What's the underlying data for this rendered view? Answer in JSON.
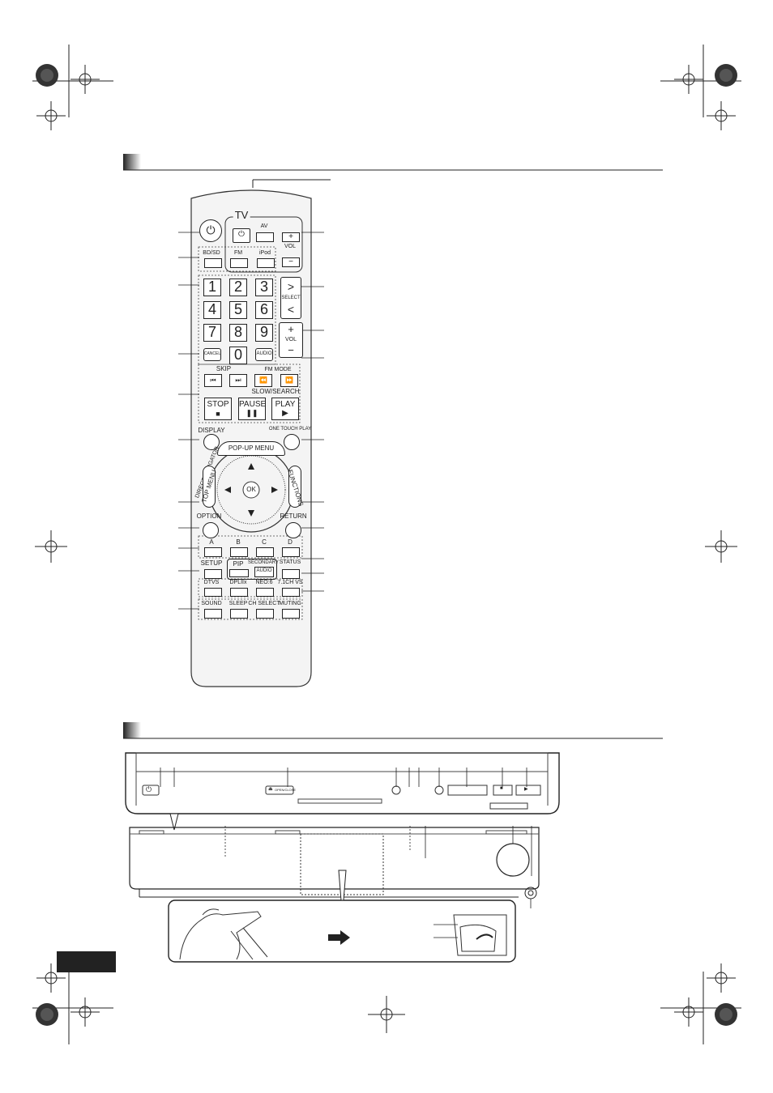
{
  "remote": {
    "tv_label": "TV",
    "av_label": "AV",
    "vol_label": "VOL",
    "source_buttons": [
      "BD/SD",
      "FM",
      "iPod"
    ],
    "numbers": [
      "1",
      "2",
      "3",
      "4",
      "5",
      "6",
      "7",
      "8",
      "9",
      "0"
    ],
    "select_label": "SELECT",
    "cancel_label": "CANCEL",
    "audio_label": "AUDIO",
    "skip_label": "SKIP",
    "fm_mode_label": "FM MODE",
    "slow_search_label": "SLOW/SEARCH",
    "stop_label": "STOP",
    "pause_label": "PAUSE",
    "play_label": "PLAY",
    "display_label": "DISPLAY",
    "one_touch_play_label": "ONE TOUCH PLAY",
    "popup_menu_label": "POP-UP MENU",
    "direct_navigator_label": "DIRECT NAVIGATOR",
    "top_menu_label": "TOP MENU",
    "functions_label": "FUNCTIONS",
    "ok_label": "OK",
    "option_label": "OPTION",
    "return_label": "RETURN",
    "color_buttons": [
      "A",
      "B",
      "C",
      "D"
    ],
    "setup_label": "SETUP",
    "pip_label": "PIP",
    "secondary_label": "SECONDARY",
    "secondary_audio_label": "AUDIO",
    "status_label": "STATUS",
    "surround_buttons": [
      "DTVS",
      "DPLIIx",
      "NEO:6",
      "7.1CH VS"
    ],
    "bottom_buttons": [
      "SOUND",
      "SLEEP",
      "CH SELECT",
      "MUTING"
    ]
  },
  "unit": {
    "open_close_label": "OPEN/CLOSE"
  },
  "colors": {
    "remote_body": "#f4f4f4",
    "outline": "#333333",
    "page_box": "#222222"
  }
}
